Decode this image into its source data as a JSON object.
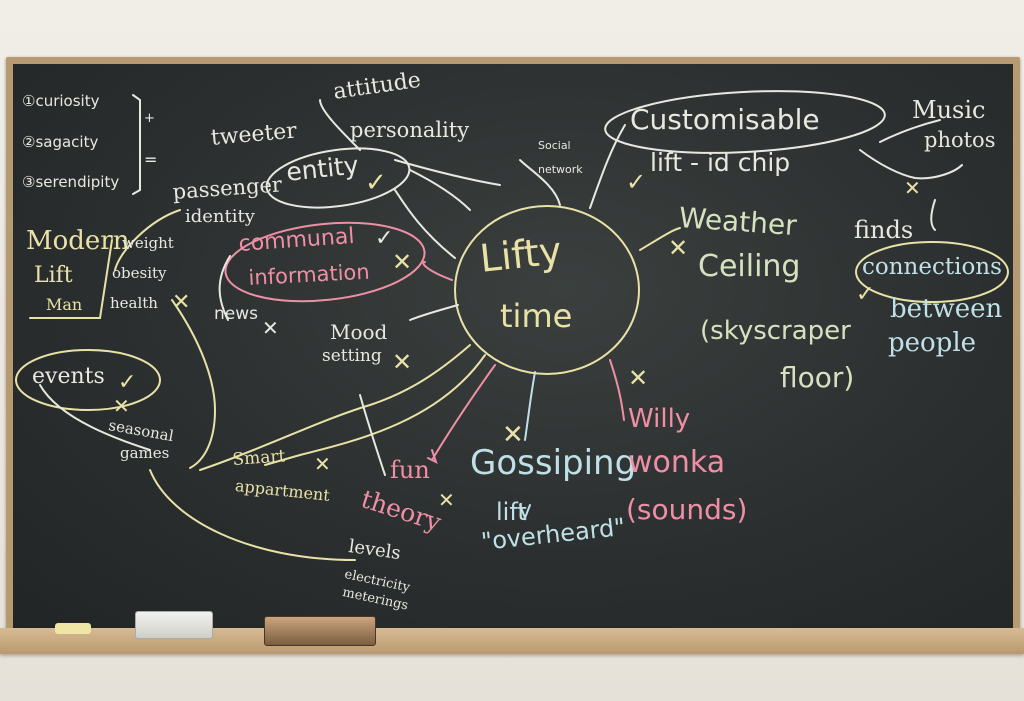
{
  "board": {
    "list": [
      "①curiosity",
      "②sagacity",
      "③serendipity"
    ],
    "list_plus": "+",
    "list_equals": "=",
    "modern_lift_man": [
      "Modern",
      "Lift",
      "Man"
    ],
    "center": [
      "Lifty",
      "time"
    ],
    "attitude": "attitude",
    "personality": "personality",
    "tweeter": "tweeter",
    "entity": "entity",
    "passenger": "passenger",
    "identity": "identity",
    "weight": "weight",
    "obesity": "obesity",
    "health": "health",
    "communal": [
      "communal",
      "information"
    ],
    "news": "news",
    "mood": [
      "Mood",
      "setting"
    ],
    "events": "events",
    "seasonal": [
      "seasonal",
      "games"
    ],
    "smart": [
      "Smart",
      "appartment"
    ],
    "fun": [
      "fun",
      "theory"
    ],
    "levels": "levels",
    "electricity": [
      "electricity",
      "meterings"
    ],
    "gossip": [
      "Gossiping",
      "lift"
    ],
    "overheard": "\"overheard\"",
    "willy": [
      "Willy",
      "wonka",
      "(sounds)"
    ],
    "social": [
      "Social",
      "network"
    ],
    "customisable": "Customisable",
    "lift_id": "lift - id chip",
    "music": "Music",
    "photos": "photos",
    "weather": [
      "Weather",
      "Ceiling"
    ],
    "skyscraper": [
      "(skyscraper",
      "floor)"
    ],
    "finds": "finds",
    "connections": [
      "connections",
      "between",
      "people"
    ],
    "checks": [
      "✓",
      "✓",
      "✓",
      "✓",
      "✓"
    ],
    "crosses": [
      "✕",
      "✕",
      "✕",
      "✕",
      "✕",
      "✕",
      "✕",
      "✕",
      "✕",
      "✕",
      "✕"
    ]
  },
  "colors": {
    "board": "#2b2f2f",
    "frame": "#b89a72",
    "chalk_white": "#e8e8e0",
    "chalk_yellow": "#e9e2a6",
    "chalk_pink": "#ef8fa6",
    "chalk_blue": "#bfe0e6",
    "wall": "#ece8e0"
  }
}
